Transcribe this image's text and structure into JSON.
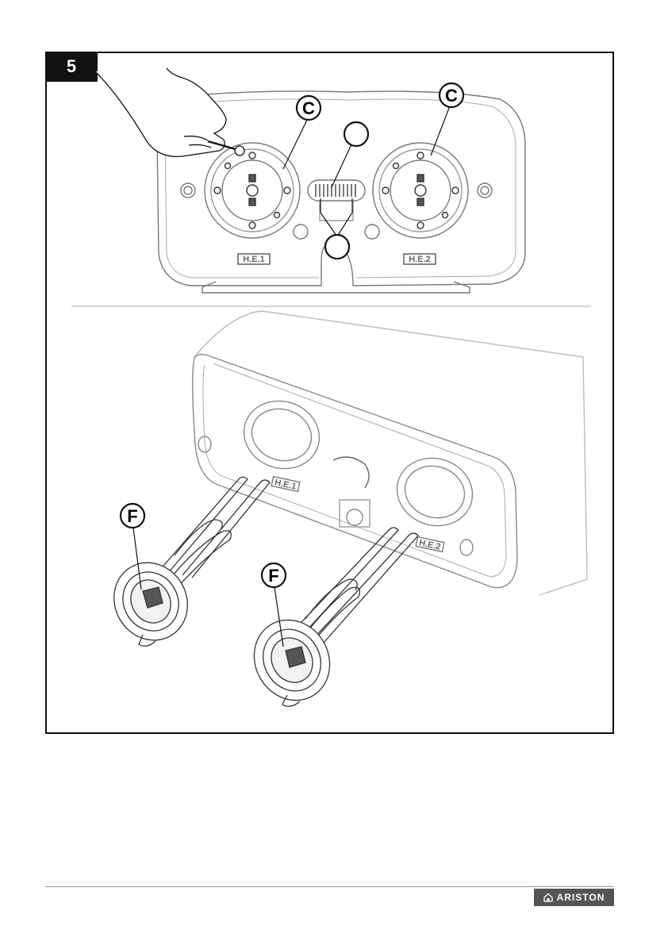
{
  "step_number": "5",
  "callouts": {
    "c_left": "C",
    "c_right": "C",
    "f_left": "F",
    "f_right": "F"
  },
  "plates": {
    "he1": "H.E.1",
    "he2": "H.E.2",
    "he1_lower": "H.E.1",
    "he2_lower": "H.E.2"
  },
  "brand": {
    "name": "ARISTON",
    "icon": "house-icon",
    "color": "#555555"
  }
}
